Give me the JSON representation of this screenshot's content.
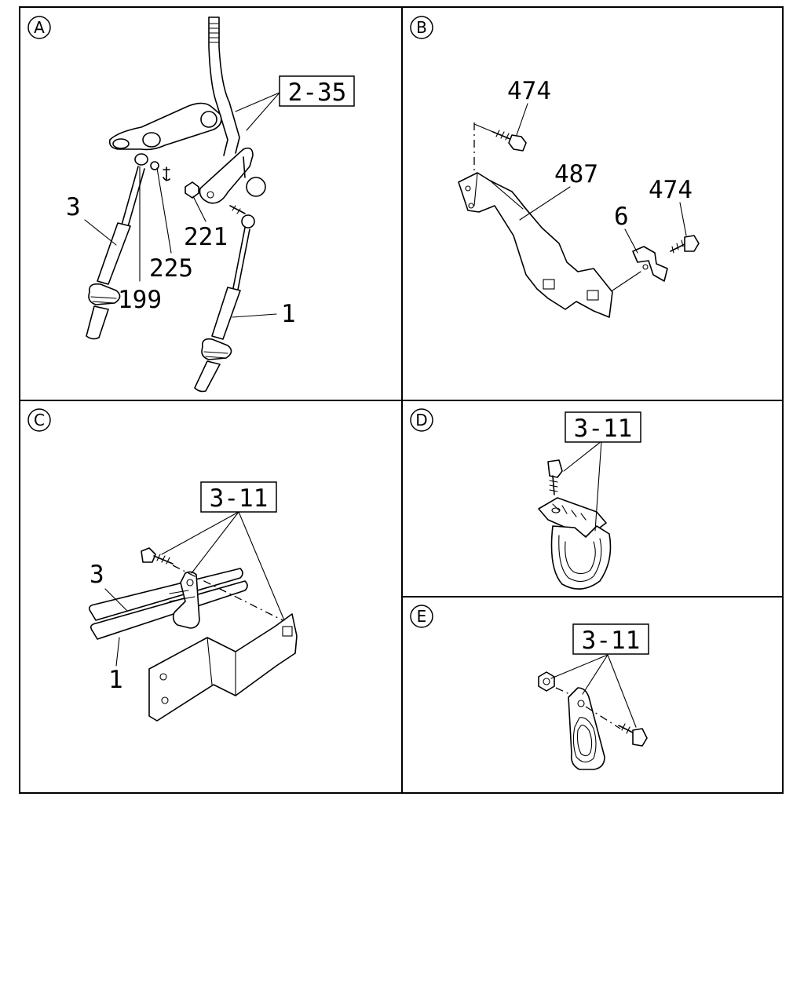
{
  "sections": [
    {
      "id": "A"
    },
    {
      "id": "B"
    },
    {
      "id": "C"
    },
    {
      "id": "D"
    },
    {
      "id": "E"
    }
  ],
  "labels": {
    "a_ref": "2-35",
    "a_3": "3",
    "a_221": "221",
    "a_225": "225",
    "a_199": "199",
    "a_1": "1",
    "b_474_top": "474",
    "b_487": "487",
    "b_474_right": "474",
    "b_6": "6",
    "c_ref": "3-11",
    "c_3": "3",
    "c_1": "1",
    "d_ref": "3-11",
    "e_ref": "3-11"
  }
}
